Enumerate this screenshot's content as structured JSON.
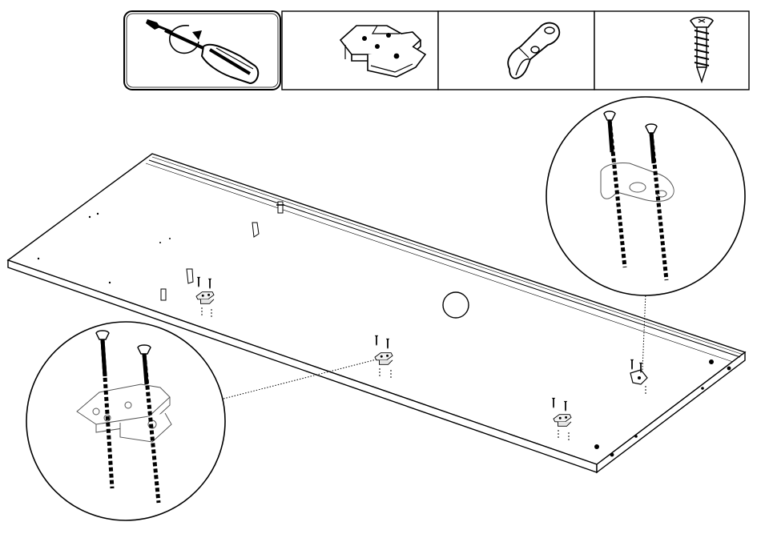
{
  "diagram": {
    "kind": "assembly-instruction",
    "parts_strip": [
      {
        "id": "screwdriver",
        "icon": "screwdriver-icon",
        "highlighted": true
      },
      {
        "id": "hinge-bracket",
        "icon": "hinge-bracket-icon",
        "highlighted": false
      },
      {
        "id": "shelf-clip",
        "icon": "shelf-clip-icon",
        "highlighted": false
      },
      {
        "id": "screw",
        "icon": "screw-icon",
        "highlighted": false
      }
    ],
    "details": [
      {
        "id": "detail-hinge",
        "shows": "hinge-bracket",
        "screws": 2
      },
      {
        "id": "detail-clip",
        "shows": "shelf-clip",
        "screws": 2
      }
    ],
    "fittings_on_panel": [
      {
        "part": "hinge-bracket",
        "count": 3
      },
      {
        "part": "shelf-clip",
        "count": 1
      }
    ],
    "colors": {
      "line": "#000000",
      "fill": "#ffffff",
      "part_fill": "#f2f2f2"
    }
  }
}
